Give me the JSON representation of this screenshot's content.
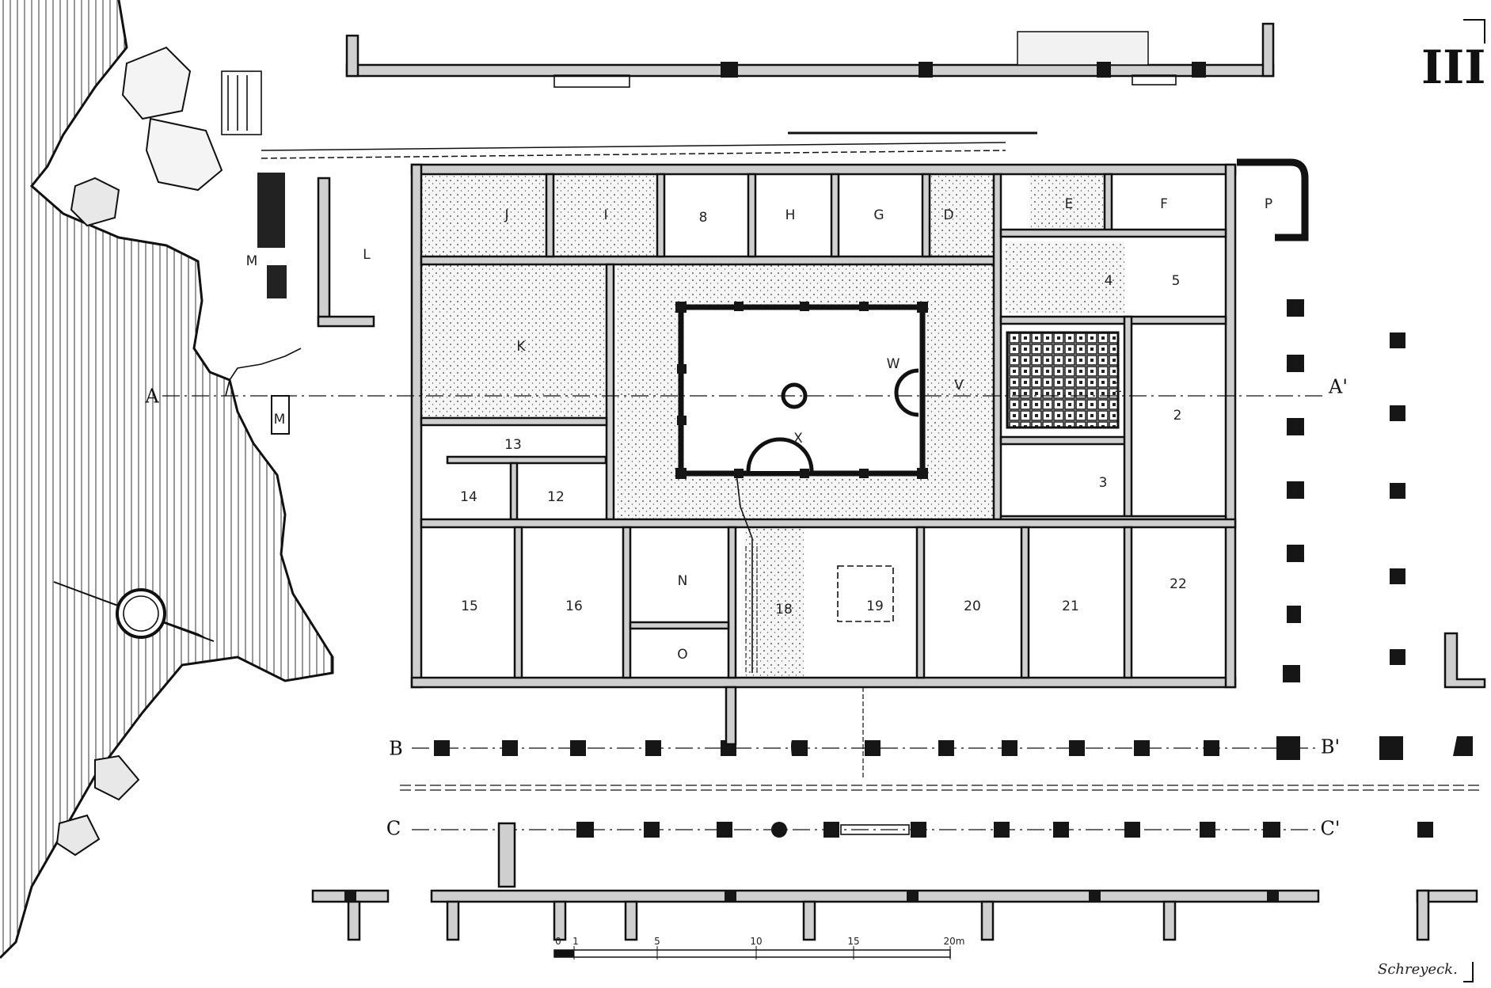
{
  "plate_number": "III",
  "signature": "Schreyeck.",
  "axis_labels": {
    "A": "A",
    "A_prime": "A'",
    "B": "B",
    "B_prime": "B'",
    "C": "C",
    "C_prime": "C'"
  },
  "room_letters": {
    "D": "D",
    "E": "E",
    "F": "F",
    "G": "G",
    "H": "H",
    "I": "I",
    "J": "J",
    "K": "K",
    "L": "L",
    "M_upper": "M",
    "M_lower": "M",
    "N": "N",
    "O": "O",
    "P": "P",
    "V": "V",
    "W": "W",
    "X": "X"
  },
  "room_numbers": {
    "r1": "1",
    "r2": "2",
    "r3": "3",
    "r4": "4",
    "r5": "5",
    "r8": "8",
    "r12": "12",
    "r13": "13",
    "r14": "14",
    "r15": "15",
    "r16": "16",
    "r18": "18",
    "r19": "19",
    "r20": "20",
    "r21": "21",
    "r22": "22"
  },
  "scale_bar": {
    "ticks": [
      "0",
      "1",
      "5",
      "10",
      "15",
      "20m"
    ]
  }
}
